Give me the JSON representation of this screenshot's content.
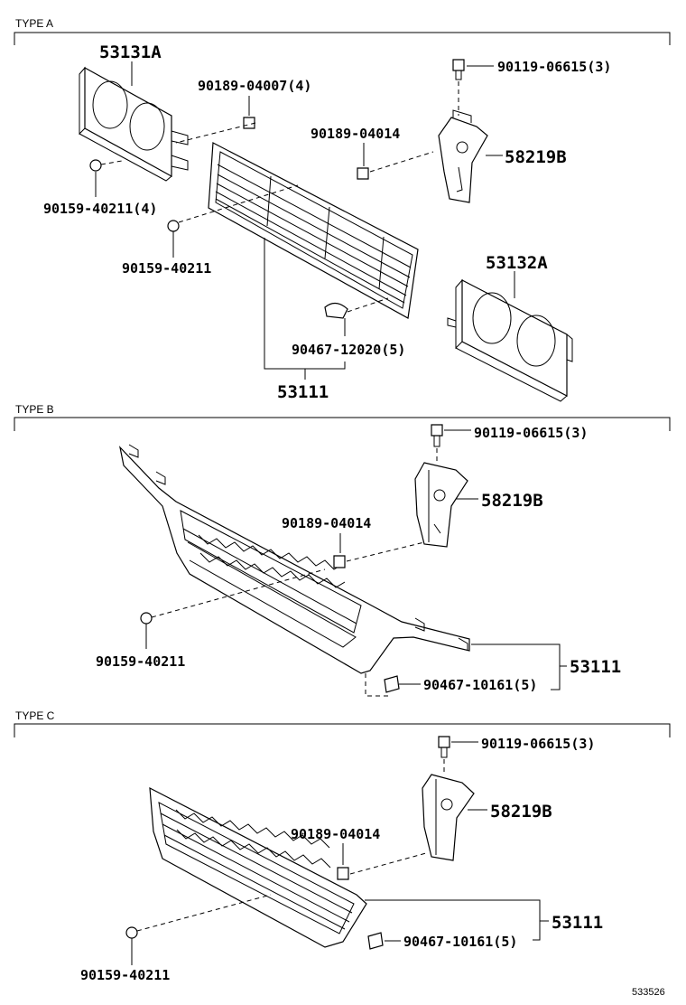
{
  "sections": {
    "type_a": "TYPE A",
    "type_b": "TYPE B",
    "type_c": "TYPE C"
  },
  "parts_a": {
    "p53131a": "53131A",
    "p90189_04007": "90189-04007(4)",
    "p90119_06615": "90119-06615(3)",
    "p90189_04014": "90189-04014",
    "p58219b": "58219B",
    "p90159_40211_4": "90159-40211(4)",
    "p90159_40211": "90159-40211",
    "p53132a": "53132A",
    "p90467_12020": "90467-12020(5)",
    "p53111": "53111"
  },
  "parts_b": {
    "p90119_06615": "90119-06615(3)",
    "p58219b": "58219B",
    "p90189_04014": "90189-04014",
    "p90159_40211": "90159-40211",
    "p53111": "53111",
    "p90467_10161": "90467-10161(5)"
  },
  "parts_c": {
    "p90119_06615": "90119-06615(3)",
    "p58219b": "58219B",
    "p90189_04014": "90189-04014",
    "p53111": "53111",
    "p90467_10161": "90467-10161(5)",
    "p90159_40211": "90159-40211"
  },
  "diagram_ref": "533526"
}
